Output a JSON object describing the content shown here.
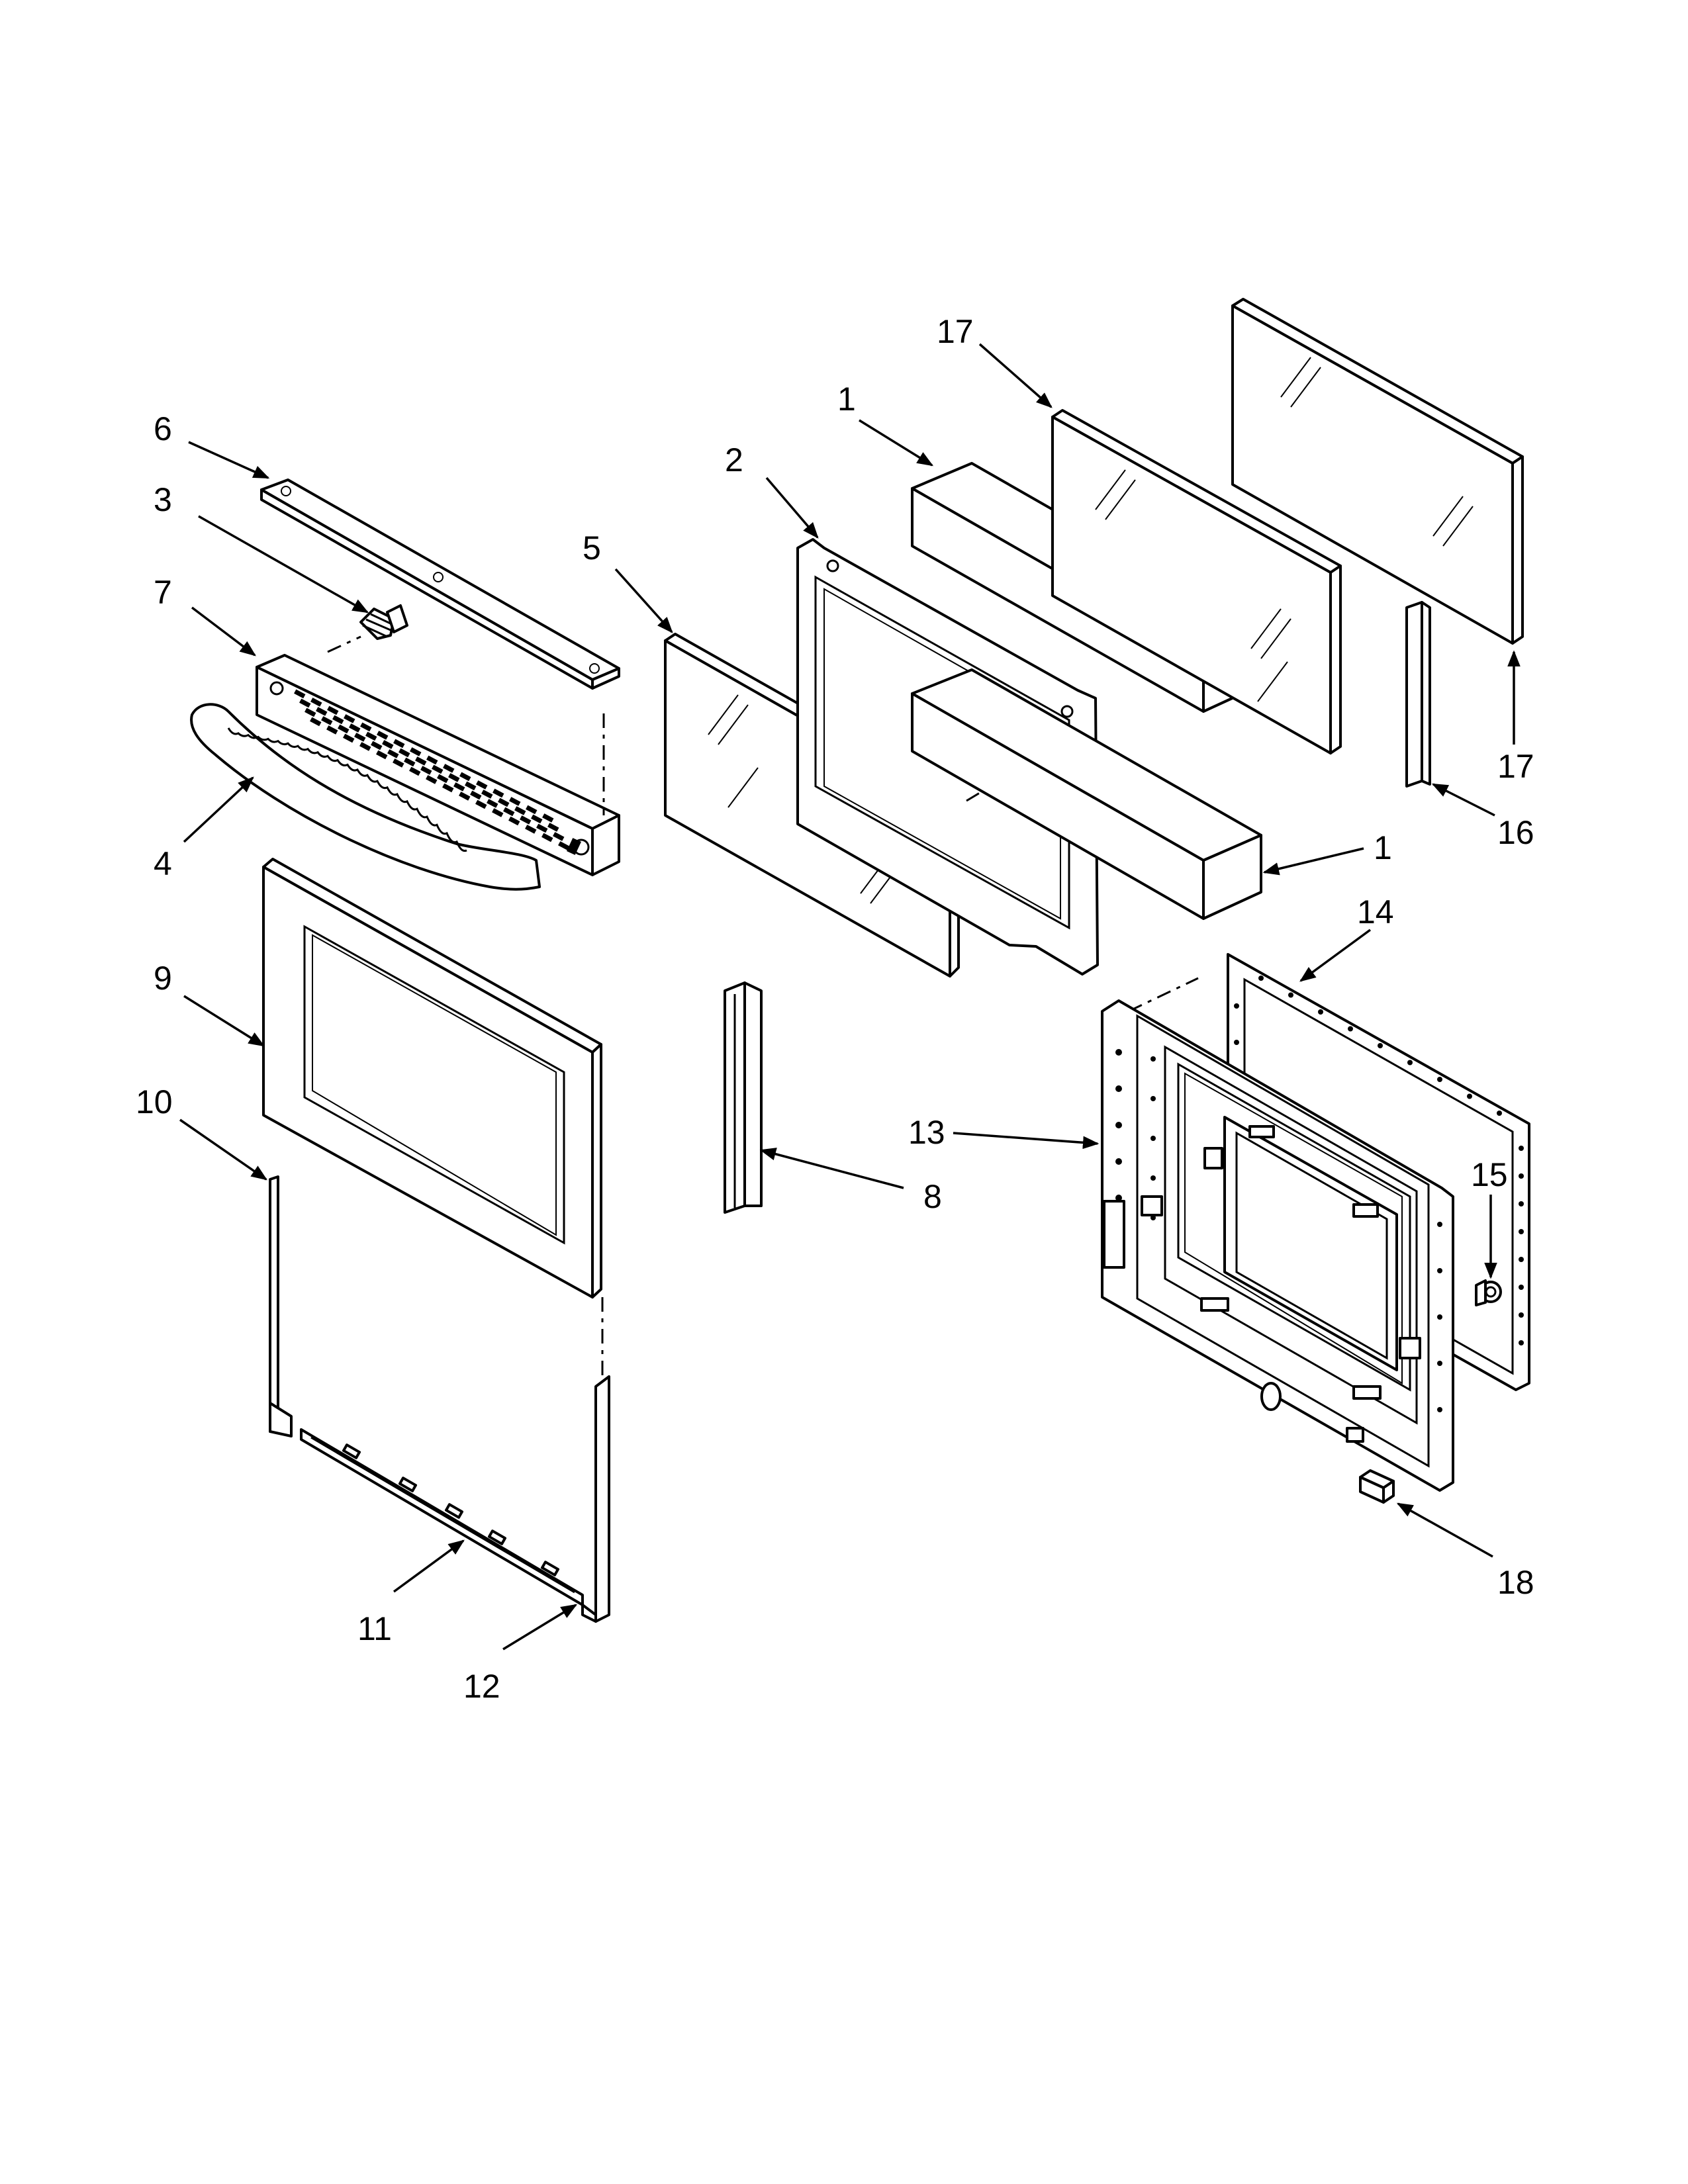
{
  "callouts": [
    {
      "id": "c1a",
      "text": "1"
    },
    {
      "id": "c1b",
      "text": "1"
    },
    {
      "id": "c2",
      "text": "2"
    },
    {
      "id": "c3",
      "text": "3"
    },
    {
      "id": "c4",
      "text": "4"
    },
    {
      "id": "c5",
      "text": "5"
    },
    {
      "id": "c6",
      "text": "6"
    },
    {
      "id": "c7",
      "text": "7"
    },
    {
      "id": "c8",
      "text": "8"
    },
    {
      "id": "c9",
      "text": "9"
    },
    {
      "id": "c10",
      "text": "10"
    },
    {
      "id": "c11",
      "text": "11"
    },
    {
      "id": "c12",
      "text": "12"
    },
    {
      "id": "c13",
      "text": "13"
    },
    {
      "id": "c14",
      "text": "14"
    },
    {
      "id": "c15",
      "text": "15"
    },
    {
      "id": "c16",
      "text": "16"
    },
    {
      "id": "c17a",
      "text": "17"
    },
    {
      "id": "c17b",
      "text": "17"
    },
    {
      "id": "c18",
      "text": "18"
    }
  ]
}
